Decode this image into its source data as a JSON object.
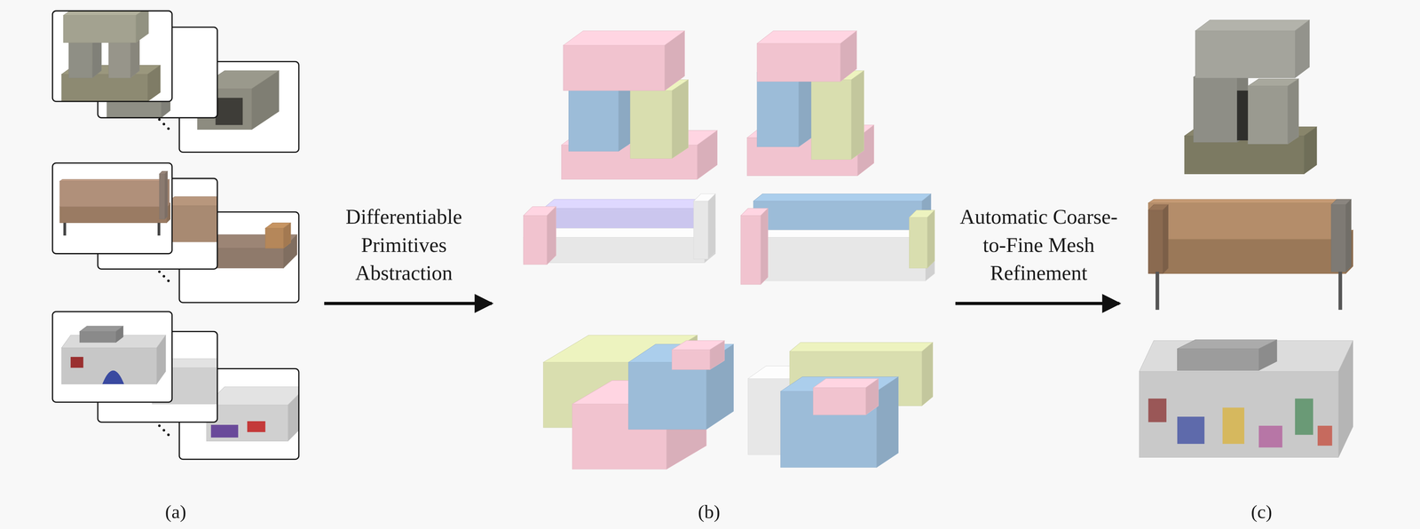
{
  "diagram": {
    "labels": [
      "Differentiable Primitives Abstraction",
      "Automatic Coarse-to-Fine Mesh Refinement",
      "(a)",
      "(b)",
      "(c)"
    ]
  }
}
